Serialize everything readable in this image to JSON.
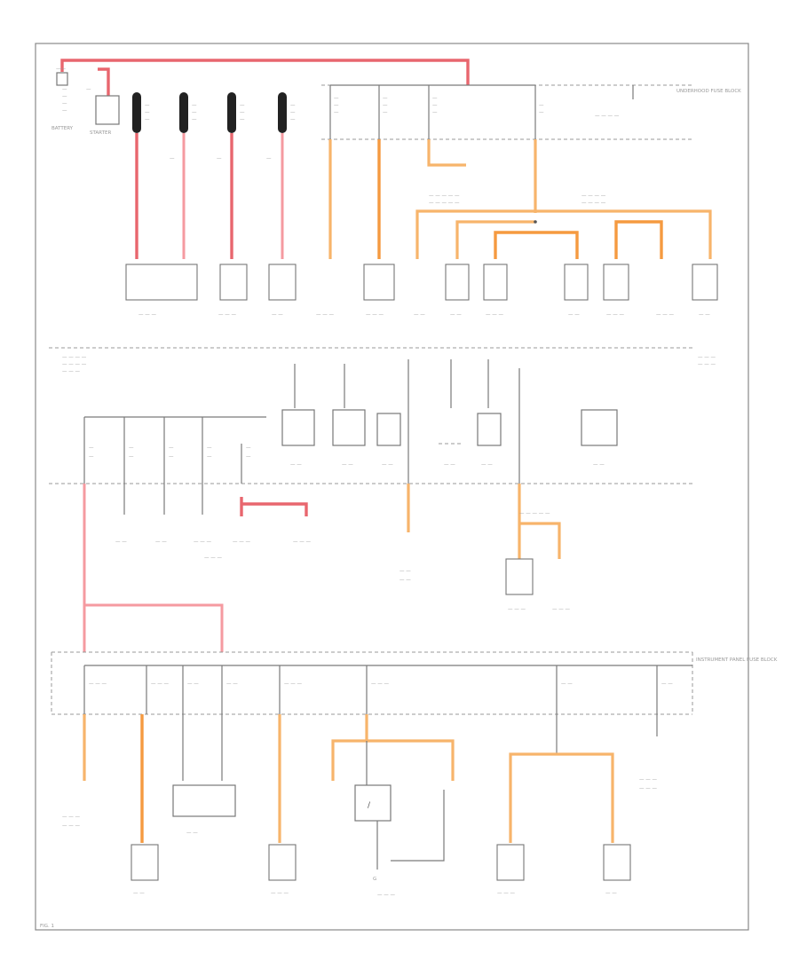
{
  "diagram": {
    "top_left": {
      "battery_label": "BATTERY",
      "starter_label": "STARTER"
    },
    "fusible_links": {
      "count": 4
    },
    "fig_label": "FIG. 1",
    "underhood_box_label": "UNDERHOOD FUSE BLOCK",
    "instrument_box_label": "INSTRUMENT PANEL FUSE BLOCK",
    "ground_label": "G"
  }
}
